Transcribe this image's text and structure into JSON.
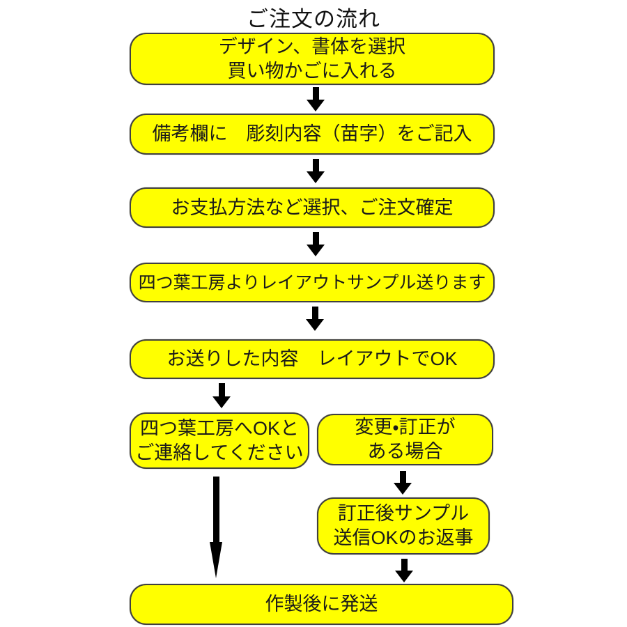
{
  "title": "ご注文の流れ",
  "colors": {
    "box_fill": "#ffff00",
    "box_border": "#404040",
    "arrow_color": "#000000",
    "text_color": "#1a1a1a",
    "bg": "#ffffff"
  },
  "steps": [
    {
      "id": "select-design",
      "lines": [
        "デザイン、書体を選択",
        "買い物かごに入れる"
      ]
    },
    {
      "id": "remarks-entry",
      "lines": [
        "備考欄に　彫刻内容（苗字）をご記入"
      ]
    },
    {
      "id": "payment-confirm",
      "lines": [
        "お支払方法など選択、ご注文確定"
      ]
    },
    {
      "id": "layout-sample-sent",
      "lines": [
        "四つ葉工房よりレイアウトサンプル送ります"
      ]
    },
    {
      "id": "layout-ok-check",
      "lines": [
        "お送りした内容　レイアウトでOK"
      ]
    },
    {
      "id": "reply-ok",
      "lines": [
        "四つ葉工房へOKと",
        "ご連絡してください"
      ]
    },
    {
      "id": "need-change",
      "lines": [
        "変更・訂正が",
        "ある場合"
      ]
    },
    {
      "id": "corrected-sample",
      "lines": [
        "訂正後サンプル",
        "送信OKのお返事"
      ]
    },
    {
      "id": "ship-after-make",
      "lines": [
        "作製後に発送"
      ]
    }
  ]
}
